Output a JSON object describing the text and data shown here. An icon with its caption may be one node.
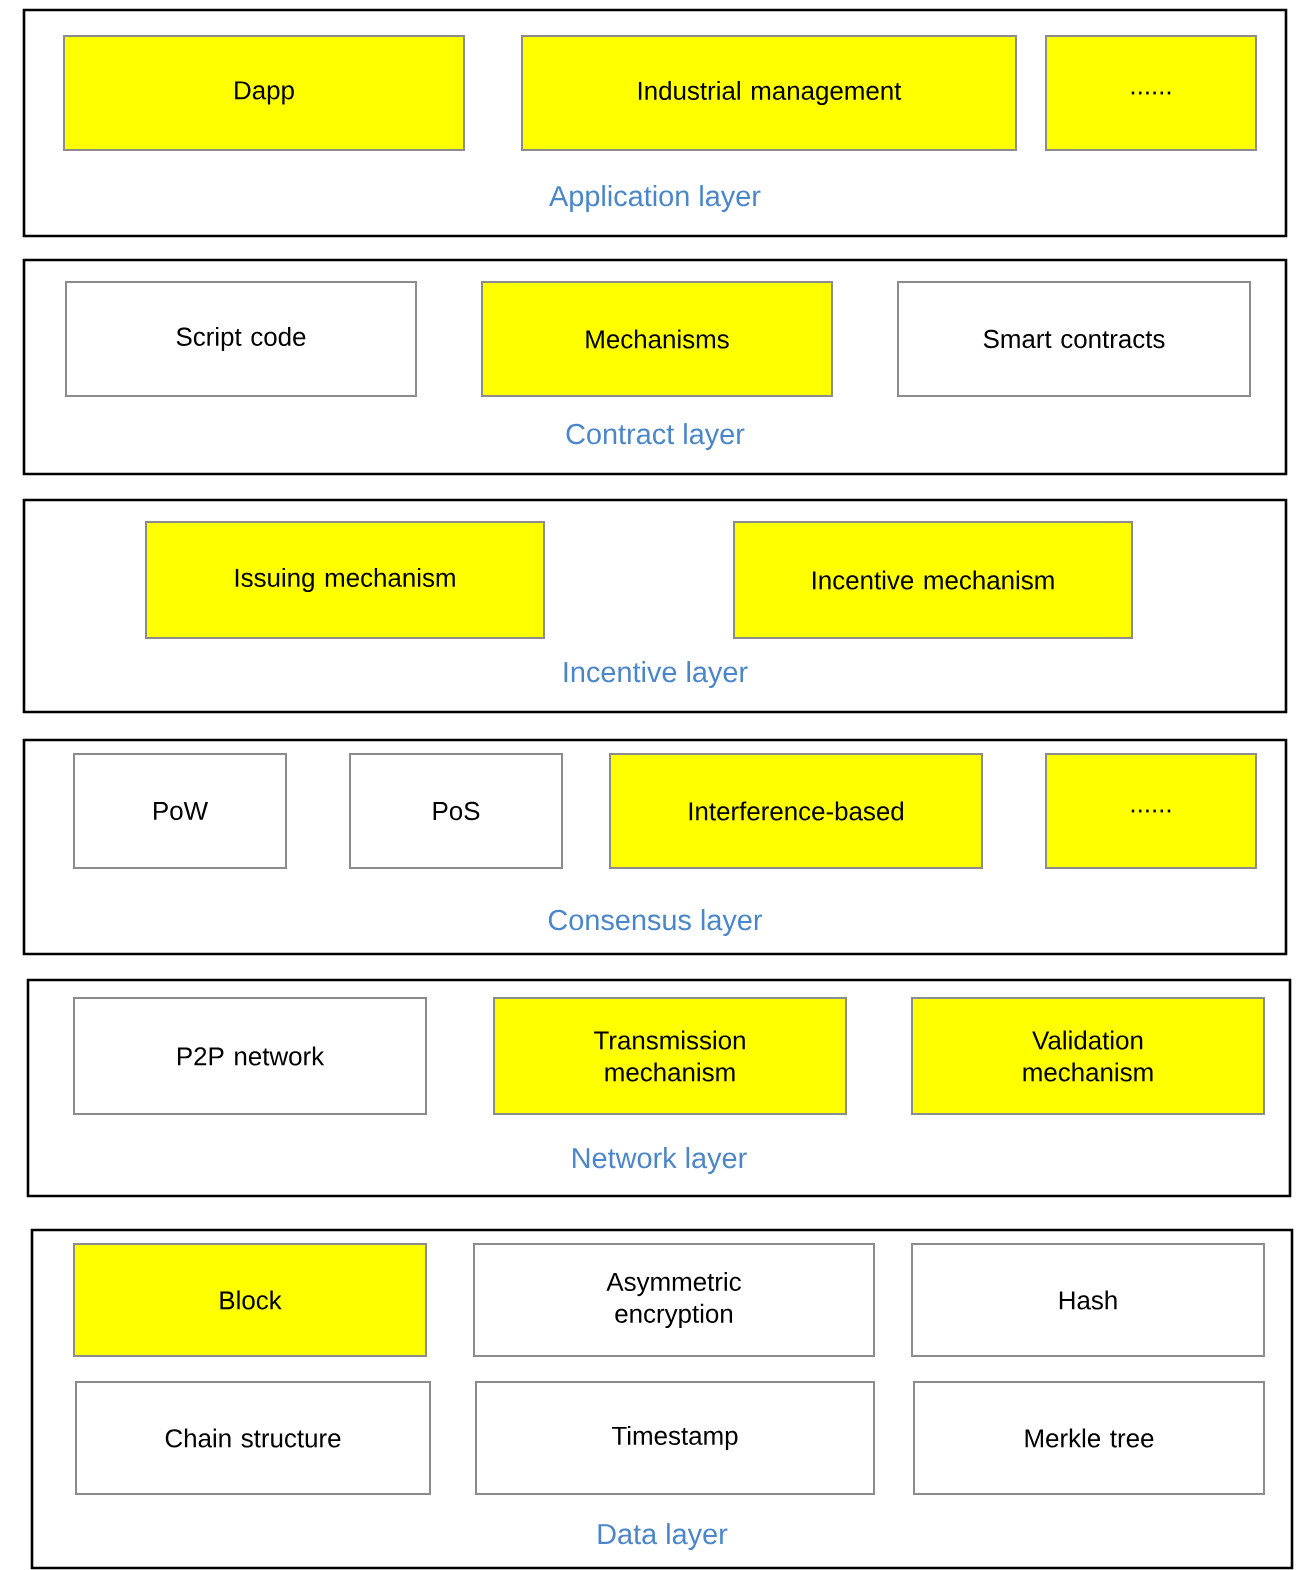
{
  "diagram": {
    "nodes": [
      {
        "text": [
          "Application layer"
        ]
      },
      {
        "text": [
          "Dapp"
        ],
        "in": 0
      },
      {
        "text": [
          "Industrial management"
        ],
        "in": 0
      },
      {
        "text": [
          "......"
        ],
        "in": 0
      },
      {
        "text": [
          "Contract layer"
        ]
      },
      {
        "text": [
          "Script code"
        ],
        "in": 4
      },
      {
        "text": [
          "Mechanisms"
        ],
        "in": 4
      },
      {
        "text": [
          "Smart contracts"
        ],
        "in": 4
      },
      {
        "text": [
          "Incentive layer"
        ]
      },
      {
        "text": [
          "Issuing mechanism"
        ],
        "in": 8
      },
      {
        "text": [
          "Incentive mechanism"
        ],
        "in": 8
      },
      {
        "text": [
          "Consensus layer"
        ]
      },
      {
        "text": [
          "PoW"
        ],
        "in": 11
      },
      {
        "text": [
          "PoS"
        ],
        "in": 11
      },
      {
        "text": [
          "Interference-based"
        ],
        "in": 11
      },
      {
        "text": [
          "......"
        ],
        "in": 11
      },
      {
        "text": [
          "Network layer"
        ]
      },
      {
        "text": [
          "P2P network"
        ],
        "in": 16
      },
      {
        "text": [
          "Transmission mechanism"
        ],
        "in": 16
      },
      {
        "text": [
          "Validation mechanism"
        ],
        "in": 16
      },
      {
        "text": [
          "Data layer"
        ]
      },
      {
        "text": [
          "Block"
        ],
        "in": 20
      },
      {
        "text": [
          "Asymmetric encryption"
        ],
        "in": 20
      },
      {
        "text": [
          "Hash"
        ],
        "in": 20
      },
      {
        "text": [
          "Chain structure"
        ],
        "in": 20
      },
      {
        "text": [
          "Timestamp"
        ],
        "in": 20
      },
      {
        "text": [
          "Merkle tree"
        ],
        "in": 20
      }
    ]
  }
}
